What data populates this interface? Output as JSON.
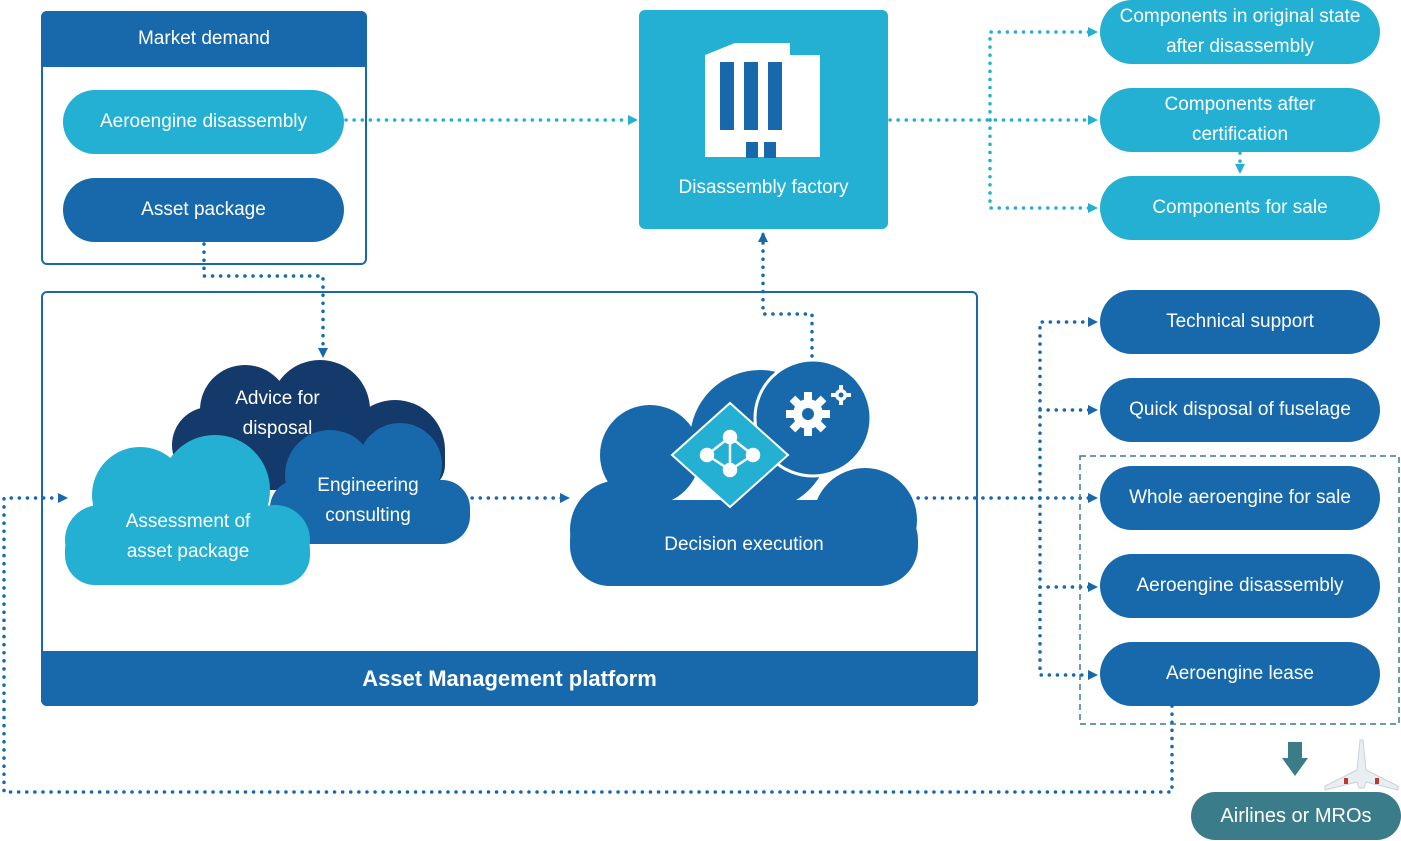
{
  "market_demand": {
    "title": "Market demand",
    "aeroengine_disassembly": "Aeroengine disassembly",
    "asset_package": "Asset package"
  },
  "factory": {
    "label": "Disassembly factory"
  },
  "components": {
    "original": "Components in original state after disassembly",
    "certification": "Components after certification",
    "for_sale": "Components for sale"
  },
  "clouds": {
    "advice": "Advice for disposal",
    "engineering": "Engineering consulting",
    "assessment": "Assessment of asset package",
    "decision": "Decision execution"
  },
  "platform": {
    "label": "Asset Management platform"
  },
  "services": {
    "technical_support": "Technical support",
    "quick_disposal": "Quick disposal of fuselage",
    "whole_engine": "Whole aeroengine for sale",
    "engine_disassembly": "Aeroengine disassembly",
    "engine_lease": "Aeroengine lease"
  },
  "customers": {
    "label": "Airlines or MROs"
  },
  "colors": {
    "light_blue": "#23b0d3",
    "dark_blue": "#1769ac",
    "navy": "#14396b",
    "teal_gray": "#3a7c8a"
  },
  "icons": [
    "building-icon",
    "gears-icon",
    "network-diamond-icon",
    "down-arrow-icon",
    "airplane-icon"
  ]
}
